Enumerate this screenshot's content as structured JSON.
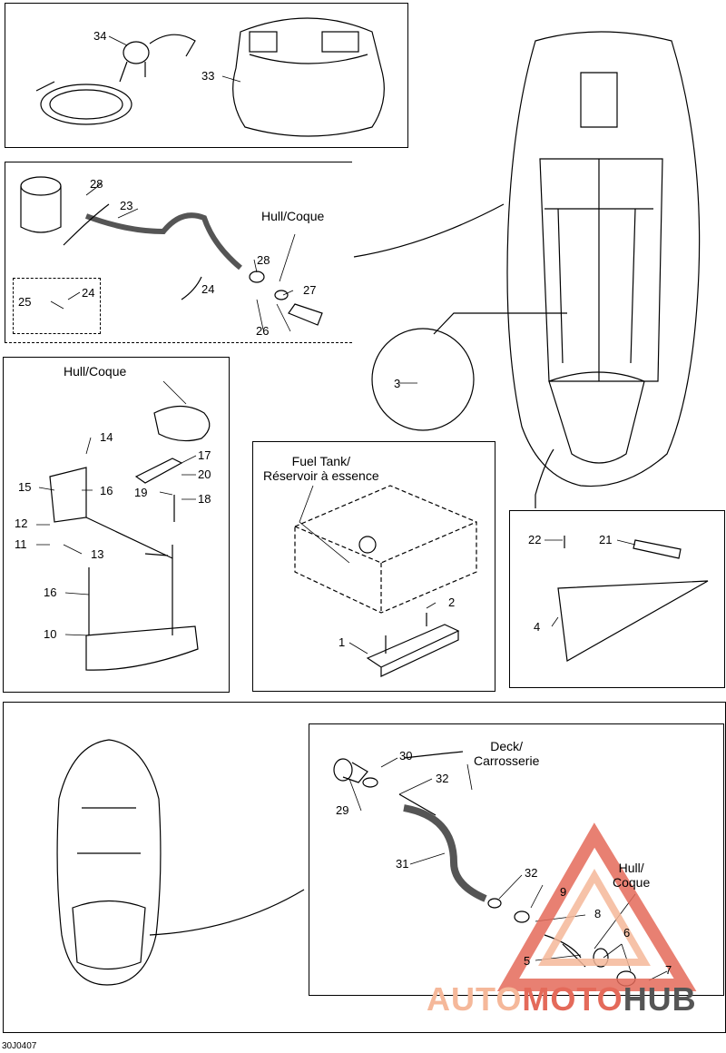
{
  "labels": {
    "p34": "34",
    "p33": "33",
    "p28a": "28",
    "p23": "23",
    "p25": "25",
    "p24a": "24",
    "p24b": "24",
    "p28b": "28",
    "p27": "27",
    "p26": "26",
    "p3": "3",
    "p14": "14",
    "p15": "15",
    "p16a": "16",
    "p12": "12",
    "p11": "11",
    "p13": "13",
    "p17": "17",
    "p20": "20",
    "p19": "19",
    "p18": "18",
    "p16b": "16",
    "p10": "10",
    "p2": "2",
    "p1": "1",
    "p22": "22",
    "p21": "21",
    "p4": "4",
    "p30": "30",
    "p32a": "32",
    "p29": "29",
    "p31": "31",
    "p32b": "32",
    "p9": "9",
    "p8": "8",
    "p6": "6",
    "p5": "5",
    "p7": "7"
  },
  "titles": {
    "hull1": "Hull/Coque",
    "hull2": "Hull/Coque",
    "fuel_tank": "Fuel Tank/\nRéservoir à essence",
    "deck": "Deck/\nCarrosserie",
    "hull3": "Hull/\nCoque"
  },
  "footer": {
    "code": "30J0407"
  },
  "watermark": {
    "text_a": "AUTO",
    "text_b": "MOTO",
    "text_c": "HUB",
    "color_a": "#f5b89a",
    "color_b": "#e46a5a",
    "color_c": "#555555"
  }
}
